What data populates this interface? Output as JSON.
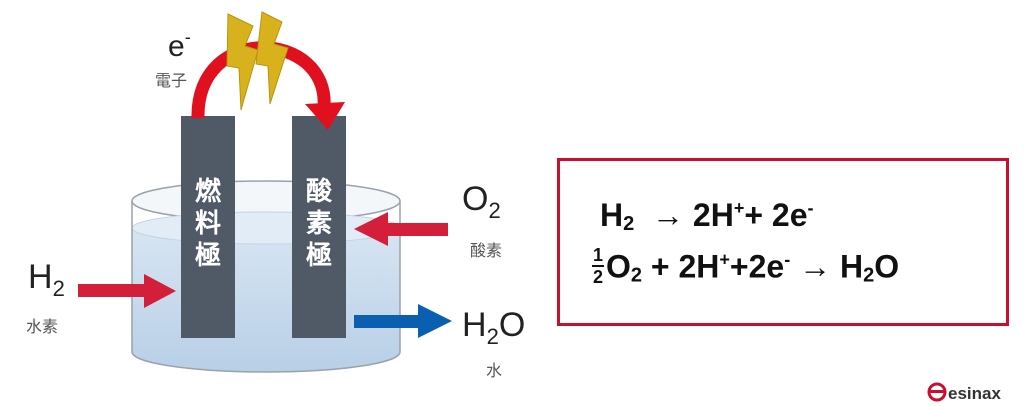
{
  "electron": {
    "symbol": "e",
    "charge": "-",
    "label": "電子"
  },
  "electrodes": {
    "fuel": {
      "chars": [
        "燃",
        "料",
        "極"
      ]
    },
    "oxygen": {
      "chars": [
        "酸",
        "素",
        "極"
      ]
    }
  },
  "inputs": {
    "oxygen": {
      "symbol": "O",
      "subscript": "2",
      "label": "酸素"
    },
    "hydrogen": {
      "symbol": "H",
      "subscript": "2",
      "label": "水素"
    }
  },
  "output": {
    "water": {
      "symbol_a": "H",
      "subscript": "2",
      "symbol_b": "O",
      "label": "水"
    }
  },
  "equations": {
    "eq1": {
      "h": "H",
      "h_sub": "2",
      "arrow": "→",
      "rhs1": "2H",
      "plus_sup": "+",
      "plus": "+",
      "rhs2": "2e",
      "minus_sup": "-"
    },
    "eq2": {
      "frac_num": "1",
      "frac_den": "2",
      "o": "O",
      "o_sub": "2",
      "plus1": "+",
      "h": "2H",
      "plus_sup": "+",
      "plus2": "+",
      "e": "2e",
      "minus_sup": "-",
      "arrow": "→",
      "h2o_h": "H",
      "h2o_sub": "2",
      "h2o_o": "O"
    }
  },
  "logo": {
    "text": "esinax"
  },
  "colors": {
    "electrode": "#505a66",
    "electron_arrow": "#e0101e",
    "input_arrow": "#d41f3a",
    "output_arrow": "#0a5fb0",
    "lightning": "#d8b21c",
    "box_border": "#c8102e",
    "water": "#c9dcef"
  }
}
